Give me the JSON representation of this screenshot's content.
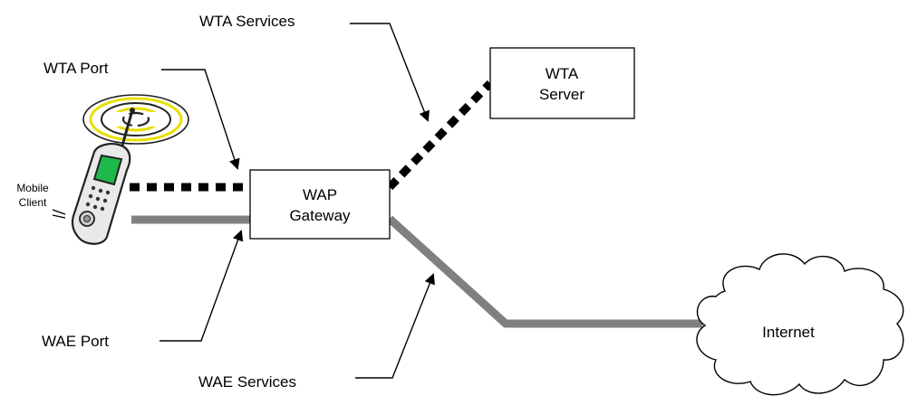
{
  "labels": {
    "wta_services": "WTA Services",
    "wta_port": "WTA Port",
    "mobile_client_line1": "Mobile",
    "mobile_client_line2": "Client",
    "wae_port": "WAE Port",
    "wae_services": "WAE Services"
  },
  "nodes": {
    "wta_server": {
      "line1": "WTA",
      "line2": "Server"
    },
    "wap_gateway": {
      "line1": "WAP",
      "line2": "Gateway"
    },
    "internet": {
      "label": "Internet"
    }
  },
  "colors": {
    "wta_link": "#000000",
    "wae_link": "#808080",
    "phone_screen": "#1fb84a",
    "phone_body": "#e9e9e9",
    "signal_waves": "#e8e000"
  },
  "icons": {
    "phone": "mobile-phone-icon",
    "signal": "signal-waves-icon",
    "cloud": "cloud-icon"
  }
}
